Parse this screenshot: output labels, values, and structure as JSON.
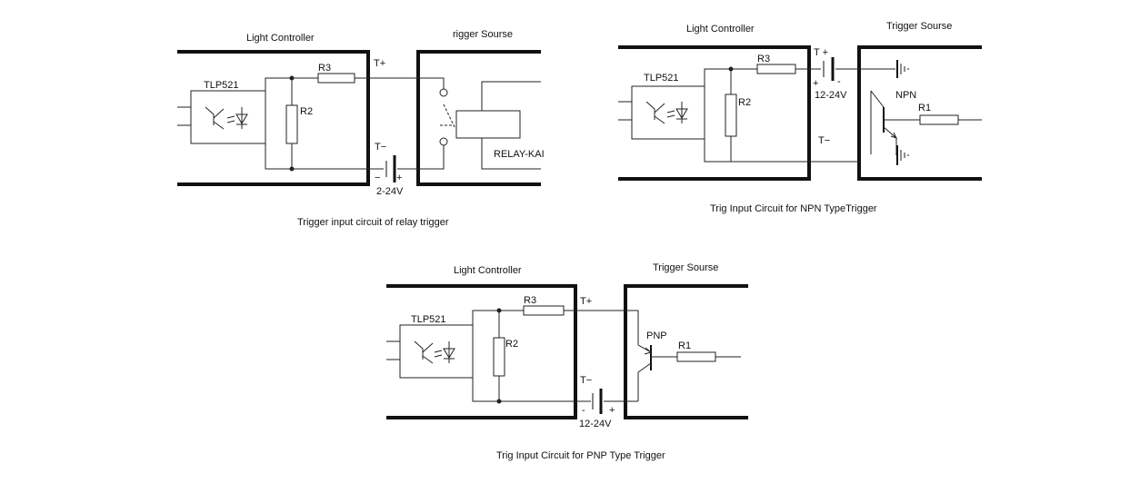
{
  "diagrams": {
    "relay": {
      "controller_label": "Light Controller",
      "source_label": "rigger Sourse",
      "opto_label": "TLP521",
      "r3": "R3",
      "r2": "R2",
      "tplus": "T+",
      "tminus": "T−",
      "minus": "−",
      "plus": "+",
      "voltage": "2-24V",
      "relay_label": "RELAY-KAI",
      "caption": "Trigger input circuit of relay trigger"
    },
    "npn": {
      "controller_label": "Light Controller",
      "source_label": "Trigger Sourse",
      "opto_label": "TLP521",
      "r3": "R3",
      "r2": "R2",
      "r1": "R1",
      "tplus": "T +",
      "tminus": "T−",
      "plus": "+",
      "minus": "-",
      "voltage": "12-24V",
      "transistor_label": "NPN",
      "caption": "Trig Input Circuit for NPN TypeTrigger"
    },
    "pnp": {
      "controller_label": "Light Controller",
      "source_label": "Trigger Sourse",
      "opto_label": "TLP521",
      "r3": "R3",
      "r2": "R2",
      "r1": "R1",
      "tplus": "T+",
      "tminus": "T−",
      "minus": "-",
      "plus": "+",
      "voltage": "12-24V",
      "transistor_label": "PNP",
      "caption": "Trig Input Circuit for PNP Type Trigger"
    }
  }
}
